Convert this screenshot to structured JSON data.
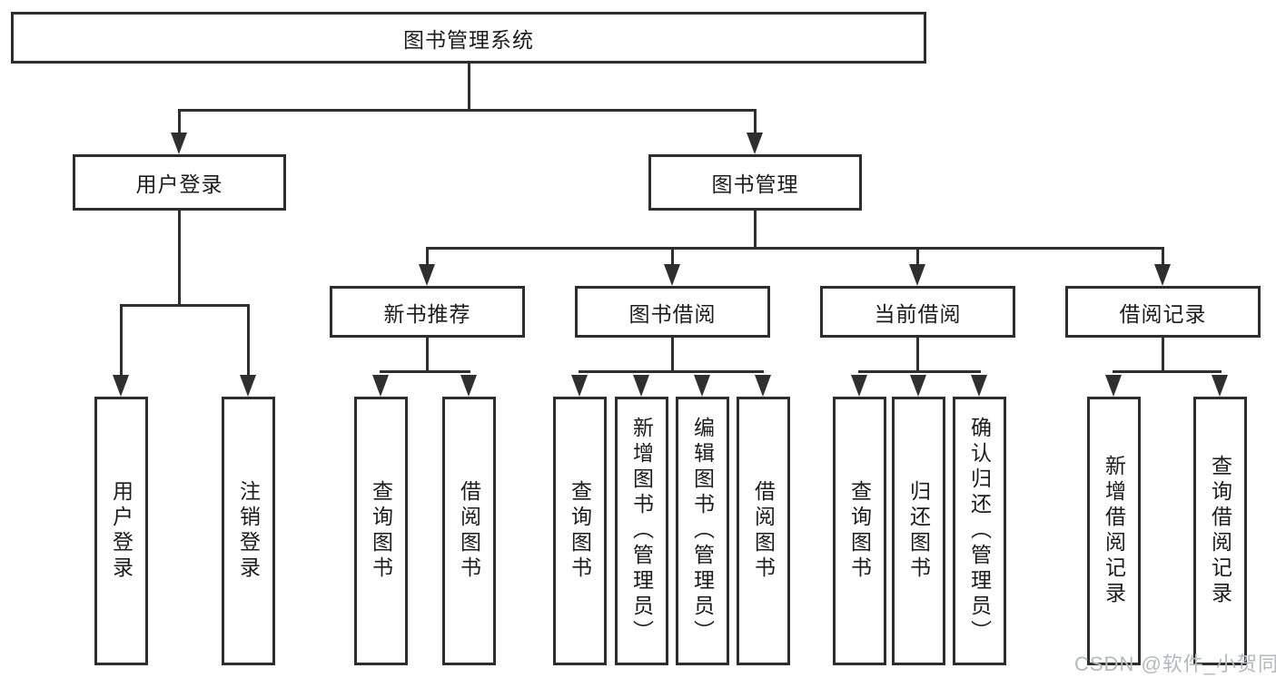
{
  "tree": {
    "root": "图书管理系统",
    "login": {
      "label": "用户登录",
      "children": [
        "用户登录",
        "注销登录"
      ]
    },
    "management": {
      "label": "图书管理",
      "sections": [
        {
          "label": "新书推荐",
          "children": [
            "查询图书",
            "借阅图书"
          ]
        },
        {
          "label": "图书借阅",
          "children": [
            "查询图书",
            "新增图书（管理员）",
            "编辑图书（管理员）",
            "借阅图书"
          ]
        },
        {
          "label": "当前借阅",
          "children": [
            "查询图书",
            "归还图书",
            "确认归还（管理员）"
          ]
        },
        {
          "label": "借阅记录",
          "children": [
            "新增借阅记录",
            "查询借阅记录"
          ]
        }
      ]
    }
  },
  "watermark": {
    "text": "CSDN @软件_小贺同学"
  },
  "colors": {
    "line": "#2f2f2f",
    "border": "#2d2d2d",
    "text": "#1c1c1c",
    "background": "#ffffff",
    "watermark": "#b4b8be"
  }
}
